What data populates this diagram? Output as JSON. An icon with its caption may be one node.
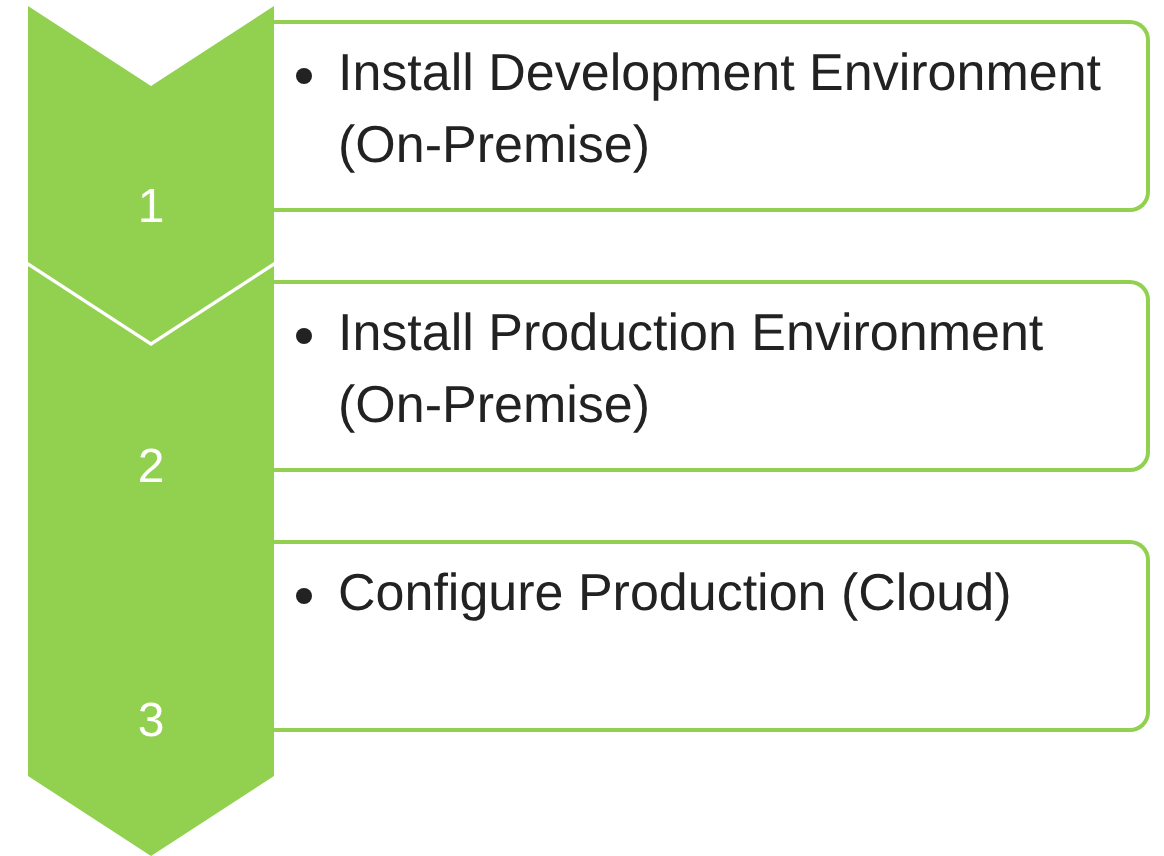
{
  "diagram": {
    "nodes": [
      {
        "text": [
          "1"
        ]
      },
      {
        "text": [
          "Install Development Environment (On-Premise)"
        ]
      },
      {
        "text": [
          "2"
        ]
      },
      {
        "text": [
          "Install Production Environment (On-Premise)"
        ]
      },
      {
        "text": [
          "3"
        ]
      },
      {
        "text": [
          "Configure Production (Cloud)"
        ]
      }
    ]
  }
}
